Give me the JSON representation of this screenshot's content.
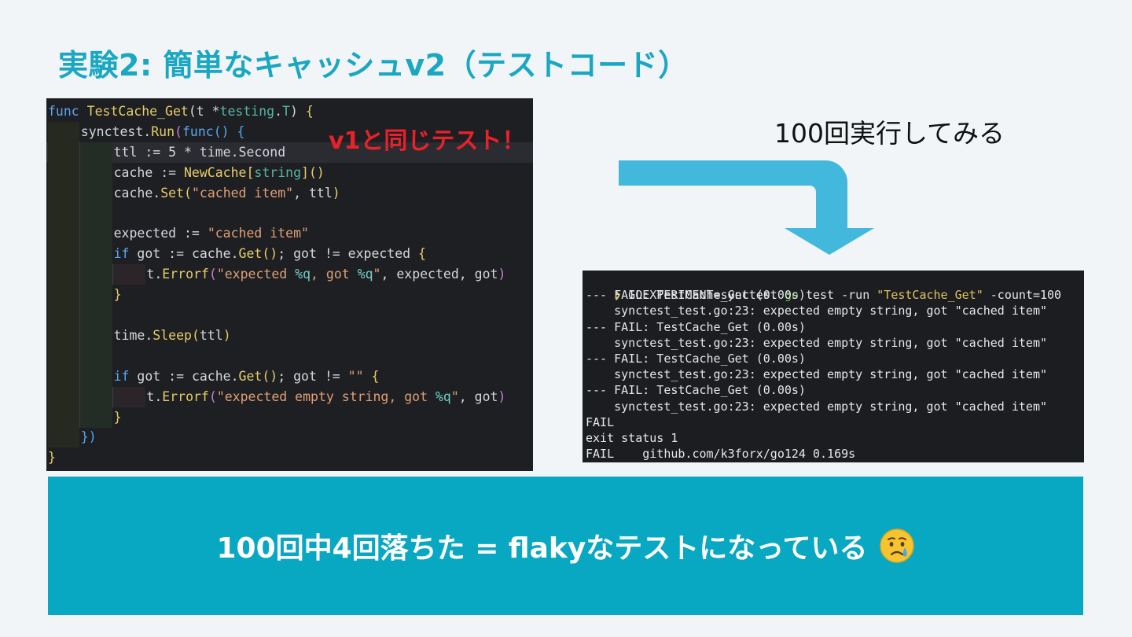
{
  "title": "実験2: 簡単なキャッシュv2（テストコード）",
  "annotation": {
    "text": "v1と同じテスト",
    "mark": "！"
  },
  "caption": "100回実行してみる",
  "code": {
    "lines": [
      [
        [
          "kw",
          "func "
        ],
        [
          "fn",
          "TestCache_Get"
        ],
        [
          "pl",
          "(t *"
        ],
        [
          "ty",
          "testing"
        ],
        [
          "pl",
          "."
        ],
        [
          "ty",
          "T"
        ],
        [
          "pl",
          ") "
        ],
        [
          "br1",
          "{"
        ]
      ],
      [
        [
          "pl",
          "synctest."
        ],
        [
          "fn",
          "Run"
        ],
        [
          "br2",
          "("
        ],
        [
          "kw",
          "func"
        ],
        [
          "br3",
          "()"
        ],
        [
          "pl",
          " "
        ],
        [
          "br3",
          "{"
        ]
      ],
      [
        [
          "pl",
          "ttl := 5 * time.Second"
        ]
      ],
      [
        [
          "pl",
          "cache := "
        ],
        [
          "fn",
          "NewCache"
        ],
        [
          "br1",
          "["
        ],
        [
          "ty",
          "string"
        ],
        [
          "br1",
          "]"
        ],
        [
          "br1",
          "()"
        ]
      ],
      [
        [
          "pl",
          "cache."
        ],
        [
          "fn",
          "Set"
        ],
        [
          "br1",
          "("
        ],
        [
          "str",
          "\"cached item\""
        ],
        [
          "pl",
          ", ttl"
        ],
        [
          "br1",
          ")"
        ]
      ],
      [],
      [
        [
          "pl",
          "expected := "
        ],
        [
          "str",
          "\"cached item\""
        ]
      ],
      [
        [
          "kw",
          "if "
        ],
        [
          "pl",
          "got := cache."
        ],
        [
          "fn",
          "Get"
        ],
        [
          "br1",
          "()"
        ],
        [
          "pl",
          "; got != expected "
        ],
        [
          "br1",
          "{"
        ]
      ],
      [
        [
          "pl",
          "t."
        ],
        [
          "fn",
          "Errorf"
        ],
        [
          "br2",
          "("
        ],
        [
          "str",
          "\"expected "
        ],
        [
          "fmt",
          "%q"
        ],
        [
          "str",
          ", got "
        ],
        [
          "fmt",
          "%q"
        ],
        [
          "str",
          "\""
        ],
        [
          "pl",
          ", expected, got"
        ],
        [
          "br2",
          ")"
        ]
      ],
      [
        [
          "br1",
          "}"
        ]
      ],
      [],
      [
        [
          "pl",
          "time."
        ],
        [
          "fn",
          "Sleep"
        ],
        [
          "br1",
          "("
        ],
        [
          "pl",
          "ttl"
        ],
        [
          "br1",
          ")"
        ]
      ],
      [],
      [
        [
          "kw",
          "if "
        ],
        [
          "pl",
          "got := cache."
        ],
        [
          "fn",
          "Get"
        ],
        [
          "br1",
          "()"
        ],
        [
          "pl",
          "; got != "
        ],
        [
          "str",
          "\"\""
        ],
        [
          "pl",
          " "
        ],
        [
          "br1",
          "{"
        ]
      ],
      [
        [
          "pl",
          "t."
        ],
        [
          "fn",
          "Errorf"
        ],
        [
          "br2",
          "("
        ],
        [
          "str",
          "\"expected empty string, got "
        ],
        [
          "fmt",
          "%q"
        ],
        [
          "str",
          "\""
        ],
        [
          "pl",
          ", got"
        ],
        [
          "br2",
          ")"
        ]
      ],
      [
        [
          "br1",
          "}"
        ]
      ],
      [
        [
          "br3",
          "})"
        ]
      ],
      [
        [
          "br1",
          "}"
        ]
      ]
    ]
  },
  "terminal": {
    "prompt": "❯",
    "command_parts": [
      " GOEXPERIMENT=synctest ",
      "go",
      " test -run ",
      "\"TestCache_Get\"",
      " -count=100"
    ],
    "output": [
      "--- FAIL: TestCache_Get (0.00s)",
      "    synctest_test.go:23: expected empty string, got \"cached item\"",
      "--- FAIL: TestCache_Get (0.00s)",
      "    synctest_test.go:23: expected empty string, got \"cached item\"",
      "--- FAIL: TestCache_Get (0.00s)",
      "    synctest_test.go:23: expected empty string, got \"cached item\"",
      "--- FAIL: TestCache_Get (0.00s)",
      "    synctest_test.go:23: expected empty string, got \"cached item\"",
      "FAIL",
      "exit status 1",
      "FAIL    github.com/k3forx/go124 0.169s"
    ]
  },
  "banner": {
    "text": "100回中4回落ちた = flakyなテストになっている",
    "emoji_icon": "crying-face-icon"
  },
  "colors": {
    "title": "#1aa7c2",
    "banner": "#08a7c2",
    "arrow": "#41b8dc",
    "annotation": "#e8212a"
  }
}
